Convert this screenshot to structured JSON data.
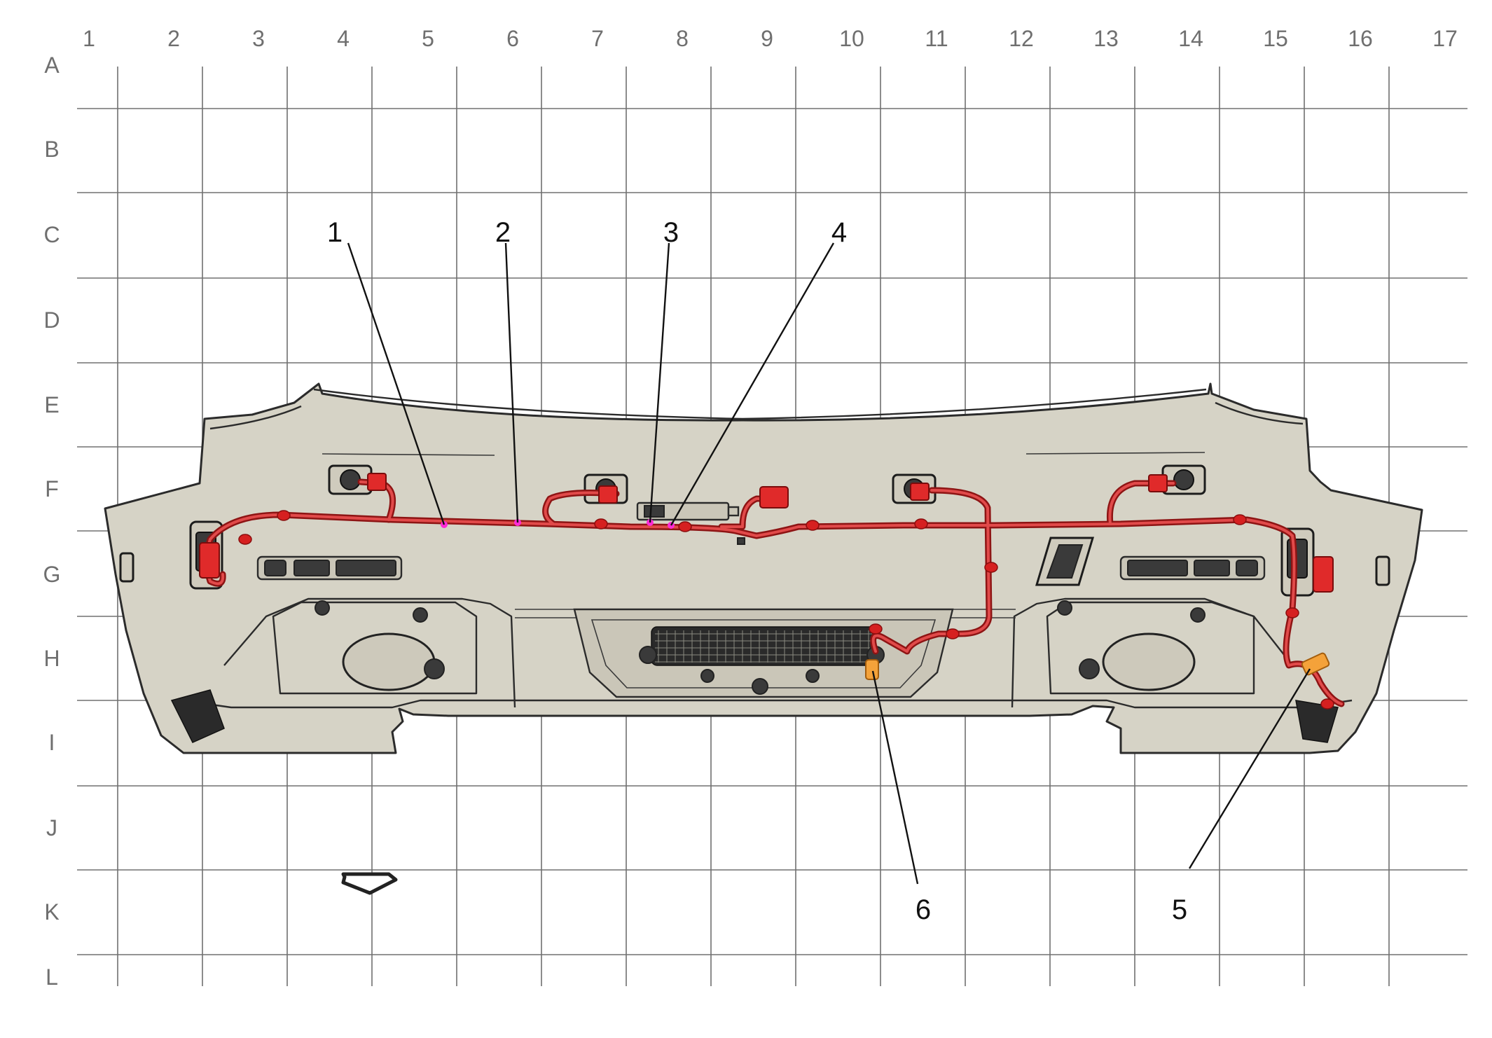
{
  "grid": {
    "columns": [
      "1",
      "2",
      "3",
      "4",
      "5",
      "6",
      "7",
      "8",
      "9",
      "10",
      "11",
      "12",
      "13",
      "14",
      "15",
      "16",
      "17"
    ],
    "rows": [
      "A",
      "B",
      "C",
      "D",
      "E",
      "F",
      "G",
      "H",
      "I",
      "J",
      "K",
      "L"
    ]
  },
  "callouts": [
    "1",
    "2",
    "3",
    "4",
    "5",
    "6"
  ],
  "colors": {
    "harness": "#d62020",
    "harness_dark": "#8e1414",
    "marker": "#ff2bd6",
    "highlight_connector": "#f4a23a",
    "bumper": "#d6d3c6",
    "grid": "#707070"
  },
  "icons": [
    "front-direction-arrow-icon",
    "parking-sensor-icon",
    "electrical-connector-icon"
  ]
}
